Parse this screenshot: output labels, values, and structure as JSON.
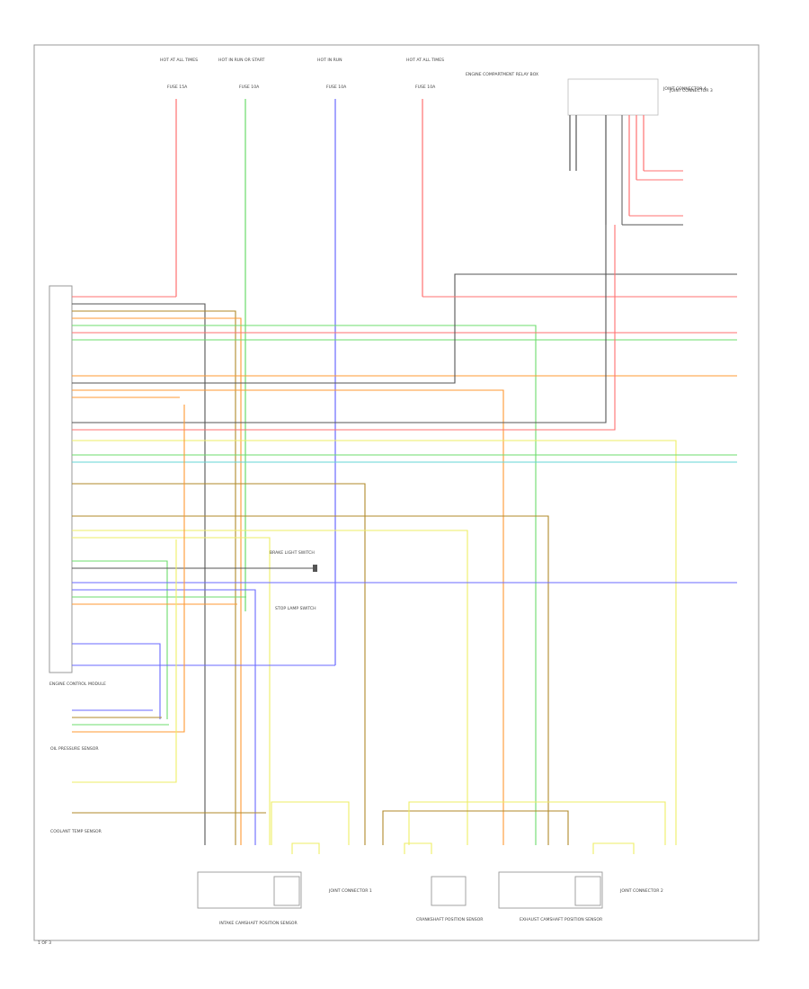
{
  "colors": {
    "red": "#ff7070",
    "green": "#6cdc6c",
    "blue": "#6a6aff",
    "orange": "#ff9933",
    "yellow": "#eeee66",
    "black": "#555555",
    "brown": "#b08a2a",
    "cyan": "#66d4d4"
  },
  "fuses": [
    {
      "top": "HOT AT ALL TIMES",
      "fuse": "FUSE 15A"
    },
    {
      "top": "HOT IN RUN OR START",
      "fuse": "FUSE 10A"
    },
    {
      "top": "HOT IN RUN",
      "fuse": "FUSE 10A"
    },
    {
      "top": "HOT AT ALL TIMES",
      "fuse": "FUSE 10A"
    }
  ],
  "labels": {
    "ecm_block": "ENGINE COMPARTMENT RELAY BOX",
    "joint_connector_top": "JOINT CONNECTOR 4",
    "ecm": "ENGINE CONTROL MODULE",
    "oil_pressure_sensor": "OIL PRESSURE SENSOR",
    "coolant_temp_sensor": "COOLANT TEMP SENSOR",
    "brake_switch": "BRAKE LIGHT SWITCH",
    "stop_lamp_switch": "STOP LAMP SWITCH",
    "joint_connector_1": "JOINT CONNECTOR 1",
    "joint_connector_2": "JOINT CONNECTOR 2",
    "joint_connector_3": "JOINT CONNECTOR 3",
    "comp_1": "INTAKE CAMSHAFT POSITION SENSOR",
    "comp_2": "CRANKSHAFT POSITION SENSOR",
    "comp_3": "EXHAUST CAMSHAFT POSITION SENSOR",
    "page_tag": "1 OF 3"
  }
}
